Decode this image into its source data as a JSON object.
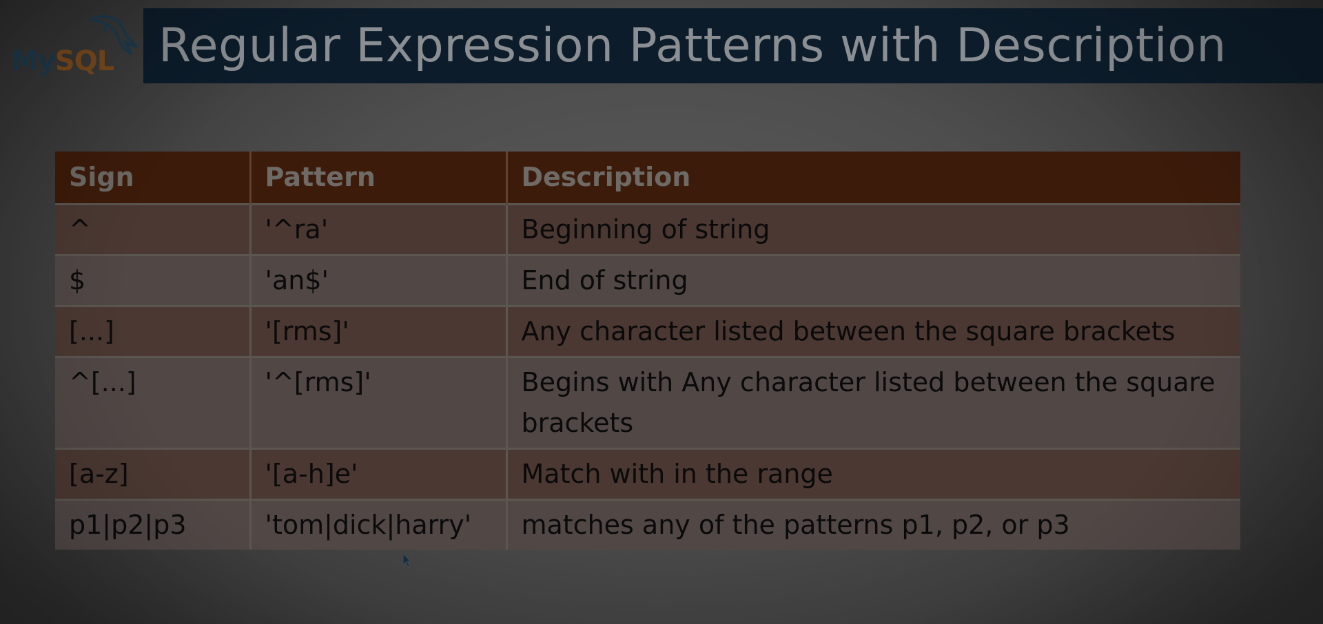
{
  "logo": {
    "my": "My",
    "sql": "SQL",
    "icon": "mysql-dolphin-icon"
  },
  "title": "Regular Expression Patterns with Description",
  "table": {
    "headers": [
      "Sign",
      "Pattern",
      "Description"
    ],
    "rows": [
      [
        "^",
        "'^ra'",
        "Beginning of string"
      ],
      [
        "$",
        "'an$'",
        "End of string"
      ],
      [
        "[...]",
        "'[rms]'",
        "Any character listed between the square brackets"
      ],
      [
        "^[...]",
        "'^[rms]'",
        "Begins with Any character listed between the square brackets"
      ],
      [
        "[a-z]",
        "'[a-h]e'",
        "Match with in the range"
      ],
      [
        "p1|p2|p3",
        "'tom|dick|harry'",
        "matches any of the patterns p1, p2, or p3"
      ]
    ]
  },
  "colors": {
    "title_bar": "#0c1c2a",
    "header_row": "#3d1b0a",
    "row_odd": "#4b3832",
    "row_even": "#514846"
  }
}
